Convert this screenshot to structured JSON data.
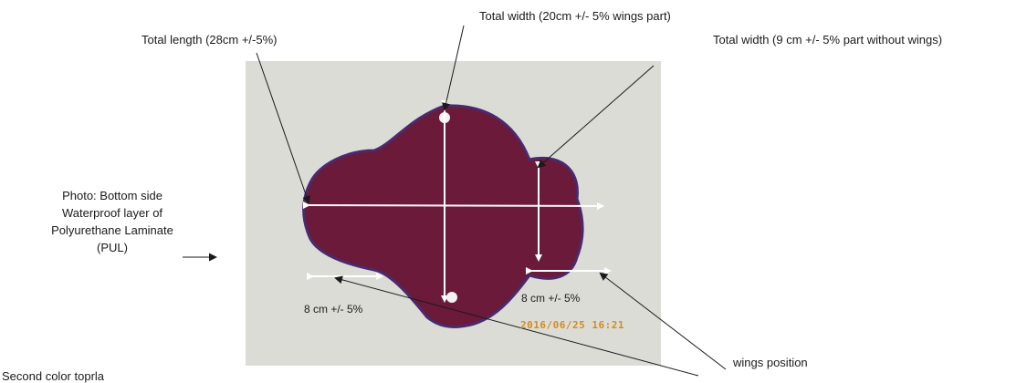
{
  "labels": {
    "total_width_wings": "Total width (20cm +/- 5% wings part)",
    "total_length": "Total length (28cm +/-5%)",
    "total_width_no_wings": "Total width  (9 cm +/- 5% part without wings)",
    "photo_note": {
      "line1": "Photo: Bottom side",
      "line2": "Waterproof layer of",
      "line3": "Polyurethane Laminate",
      "line4": "(PUL)"
    },
    "wing_left": "8 cm +/- 5%",
    "wing_right": "8 cm +/- 5%",
    "date_stamp": "2016/06/25 16:21",
    "wings_position": "wings position",
    "cut_text": "Second color toprla"
  },
  "colors": {
    "pad_fill": "#6b1a3a",
    "pad_edge": "#4a2a6e",
    "photo_bg": "#dcdcd6",
    "measure_lines": "#ffffff",
    "callout_lines": "#1a1a1a",
    "date_stamp": "#d38b1e"
  }
}
